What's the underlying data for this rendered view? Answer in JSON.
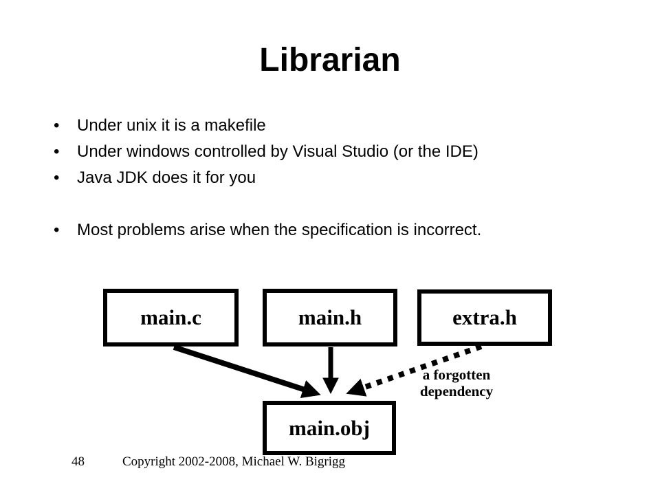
{
  "slide": {
    "title": "Librarian",
    "bullet_char": "•",
    "bullets": [
      "Under unix it is a makefile",
      "Under windows controlled by Visual Studio (or the IDE)",
      "Java JDK does it for you",
      "Most problems arise when the specification is incorrect."
    ]
  },
  "diagram": {
    "boxes": {
      "main_c": "main.c",
      "main_h": "main.h",
      "extra_h": "extra.h",
      "main_obj": "main.obj"
    },
    "edges": [
      {
        "from": "main.c",
        "to": "main.obj",
        "style": "solid"
      },
      {
        "from": "main.h",
        "to": "main.obj",
        "style": "solid"
      },
      {
        "from": "extra.h",
        "to": "main.obj",
        "style": "dashed",
        "note": "a forgotten dependency"
      }
    ],
    "annotation_line1": "a forgotten",
    "annotation_line2": "dependency"
  },
  "footer": {
    "page_number": "48",
    "copyright": "Copyright 2002-2008, Michael W. Bigrigg"
  },
  "colors": {
    "background": "#ffffff",
    "foreground": "#000000"
  }
}
